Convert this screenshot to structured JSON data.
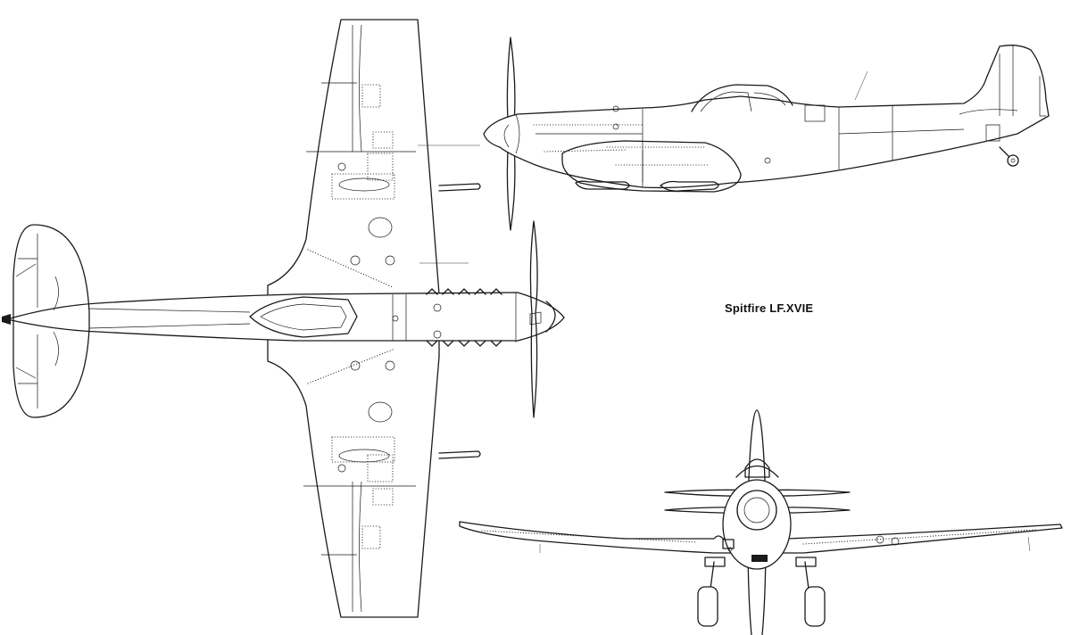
{
  "title": "Spitfire LF.XVIE",
  "views": [
    "top-view",
    "side-view",
    "front-view"
  ]
}
